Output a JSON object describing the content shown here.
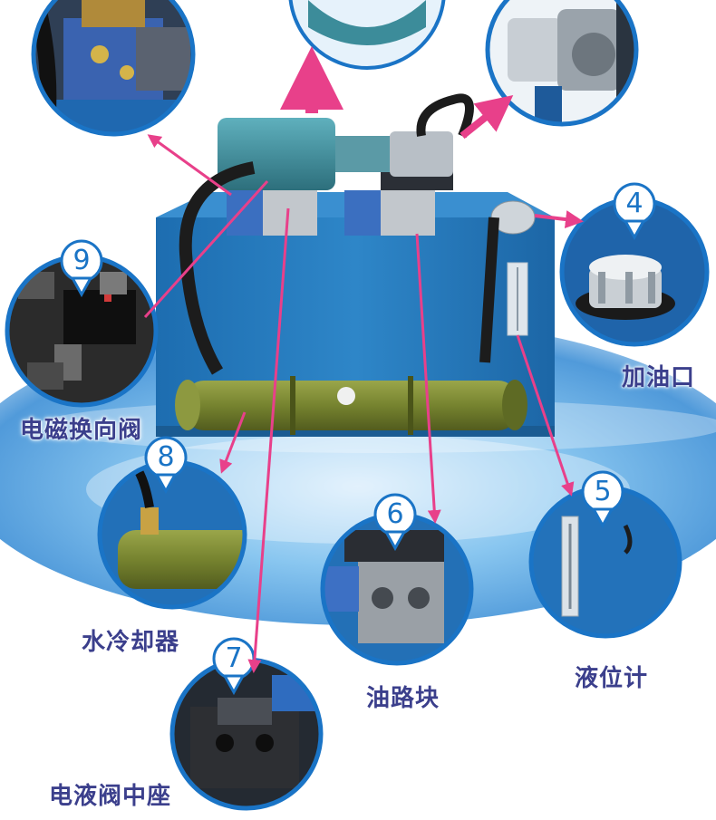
{
  "labels": {
    "solenoid_valve": "电磁换向阀",
    "oil_filler": "加油口",
    "water_cooler": "水冷却器",
    "oil_block": "油路块",
    "level_gauge": "液位计",
    "valve_base": "电液阀中座"
  },
  "badges": {
    "b4": "4",
    "b5": "5",
    "b6": "6",
    "b7": "7",
    "b8": "8",
    "b9": "9"
  },
  "colors": {
    "tank_blue": "#2a7fc0",
    "motor_teal": "#3c8c9a",
    "cooler_green": "#76832f",
    "arrow_pink": "#e8408a",
    "label_text": "#3b3f8c",
    "badge_blue": "#1a74c6"
  }
}
